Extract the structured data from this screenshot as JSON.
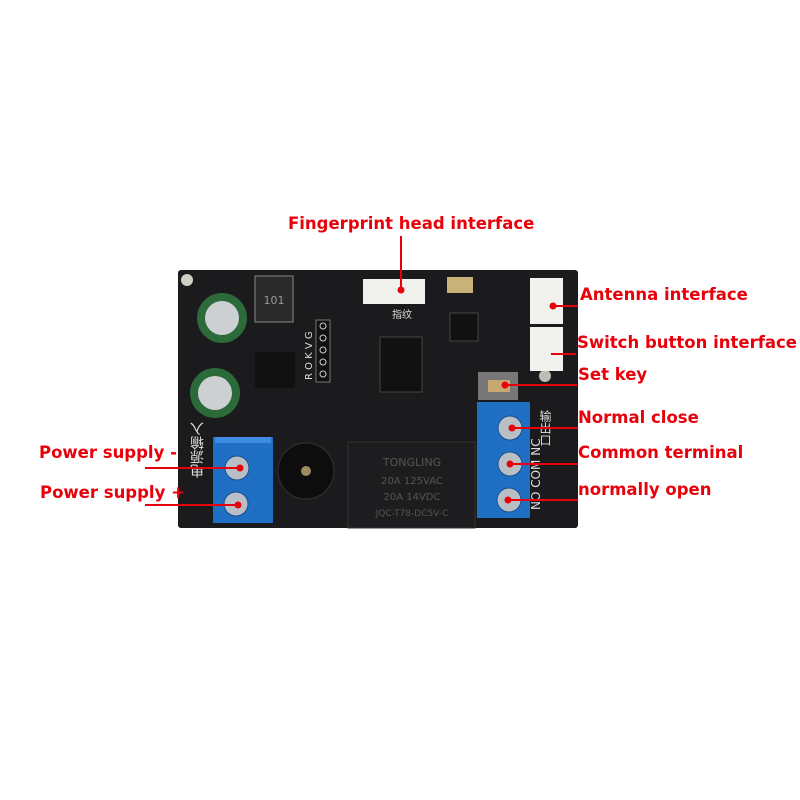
{
  "colors": {
    "label": "#e8000b",
    "board": "#1b1b1d",
    "terminal": "#1f6fc4",
    "header": "#f1f1ee"
  },
  "labels": {
    "fingerprint": "Fingerprint head interface",
    "antenna": "Antenna interface",
    "switch_button": "Switch button interface",
    "set_key": "Set key",
    "normal_close": "Normal close",
    "common": "Common terminal",
    "normally_open": "normally open",
    "power_minus": "Power supply -",
    "power_plus": "Power supply +"
  },
  "board_silkscreen": {
    "relay_brand": "TONGLING",
    "relay_line1": "20A 125VAC",
    "relay_line2": "20A 14VDC",
    "relay_line3": "JQC-T78-DC5V-C",
    "inductor": "101",
    "header_pins": "R O K V G",
    "fingerprint_cn": "指纹",
    "power_cn": "电源输入",
    "output_cn": "输出口",
    "output_pins": "NO COM NC"
  }
}
